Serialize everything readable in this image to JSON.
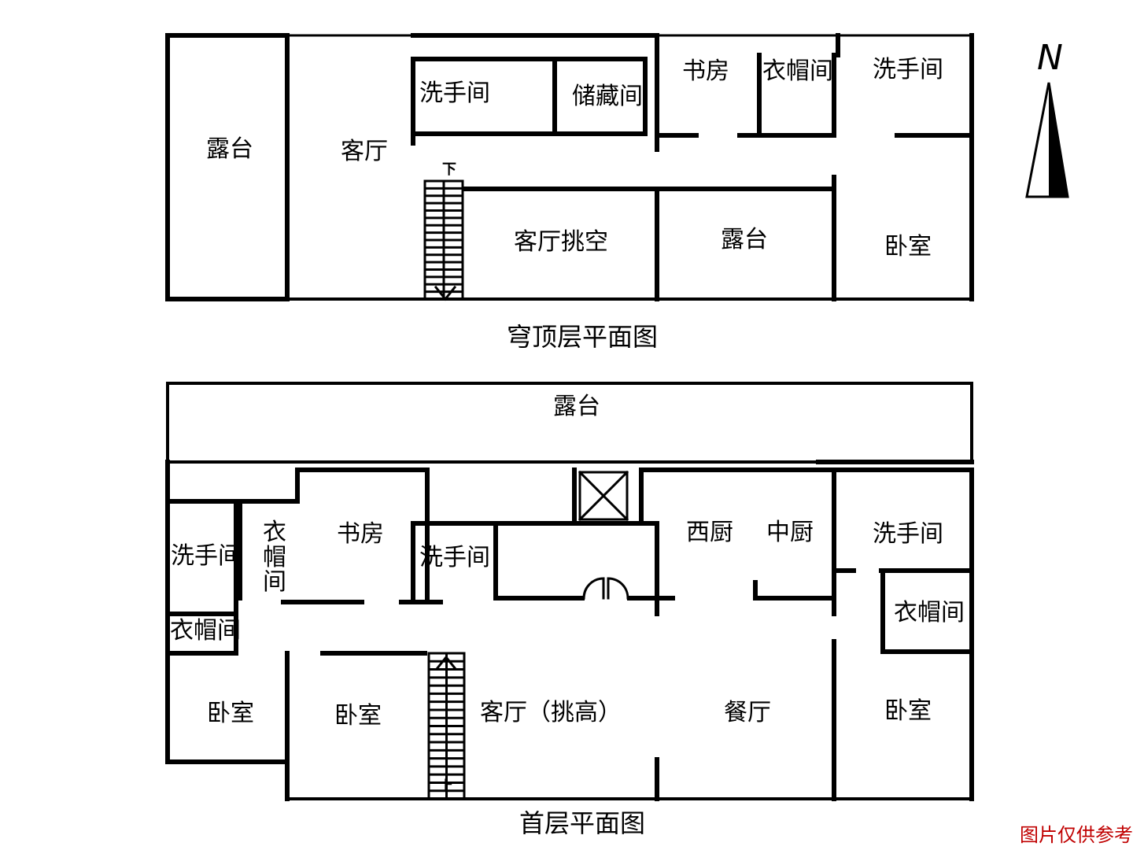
{
  "upper_floor": {
    "title": "穹顶层平面图",
    "rooms": {
      "terrace_west": "露台",
      "living": "客厅",
      "washroom": "洗手间",
      "storage": "储藏间",
      "study": "书房",
      "cloakroom": "衣帽间",
      "washroom_east": "洗手间",
      "living_void": "客厅挑空",
      "terrace_mid": "露台",
      "bedroom": "卧室"
    },
    "stair_label": "下"
  },
  "ground_floor": {
    "title": "首层平面图",
    "rooms": {
      "terrace_north": "露台",
      "washroom_west": "洗手间",
      "cloakroom_vertical": "衣帽间",
      "study": "书房",
      "washroom_mid": "洗手间",
      "western_kitchen": "西厨",
      "chinese_kitchen": "中厨",
      "washroom_east": "洗手间",
      "cloakroom_west": "衣帽间",
      "cloakroom_east": "衣帽间",
      "bedroom_west": "卧室",
      "bedroom_mid": "卧室",
      "living_double_height": "客厅（挑高）",
      "dining": "餐厅",
      "bedroom_east": "卧室"
    },
    "stair_label": "上"
  },
  "compass": {
    "letter": "N",
    "icon": "north-arrow-icon"
  },
  "disclaimer": "图片仅供参考"
}
